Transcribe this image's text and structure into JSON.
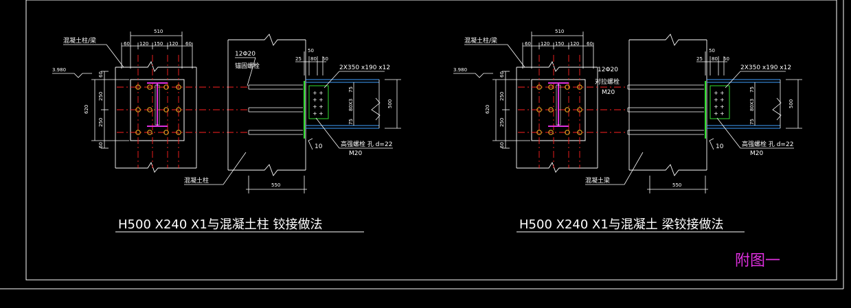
{
  "drawing": {
    "appendix_label": "附图一",
    "colors": {
      "background": "#000000",
      "frame": "#ffffff",
      "axis": "#ff2020",
      "plate": "#30e030",
      "beam": "#40a0ff",
      "steel": "#e030e0",
      "bolt": "#e0a020"
    }
  },
  "details": [
    {
      "title": "H500 X240 X1与混凝土柱     铰接做法",
      "member_label": "混凝土柱/梁",
      "elevation": "3.980",
      "bottom_label": "混凝土柱",
      "bolt_label": "12Φ20",
      "bolt_sub_label": "锚固螺栓",
      "plate_label": "2X350 x190 x12",
      "hsb_label": "高强螺栓  孔 d=22",
      "hsb_size": "M20",
      "weld_size": "10",
      "dims_top": [
        "510",
        "60",
        "120",
        "150",
        "120",
        "60"
      ],
      "dims_left": [
        "60",
        "250",
        "250",
        "60"
      ],
      "dim_620": "620",
      "dim_500": "500",
      "dim_550": "550",
      "dims_small": [
        "25",
        "80",
        "50",
        "50"
      ],
      "dims_plate": [
        "75",
        "80X3",
        "75"
      ]
    },
    {
      "title": "H500 X240 X1与混凝土  梁铰接做法",
      "member_label": "混凝土柱/梁",
      "elevation": "3.980",
      "bottom_label": "混凝土梁",
      "bolt_label": "12Φ20",
      "bolt_sub_label": "对拉螺栓",
      "bolt_size": "M20",
      "plate_label": "2X350 x190 x12",
      "hsb_label": "高强螺栓  孔 d=22",
      "hsb_size": "M20",
      "weld_size": "10",
      "dims_top": [
        "510",
        "60",
        "120",
        "150",
        "120",
        "60"
      ],
      "dims_left": [
        "60",
        "250",
        "250",
        "60"
      ],
      "dim_620": "620",
      "dim_500": "500",
      "dim_550": "550",
      "dims_small": [
        "25",
        "80",
        "50",
        "50"
      ],
      "dims_plate": [
        "75",
        "80X3",
        "75"
      ]
    }
  ]
}
